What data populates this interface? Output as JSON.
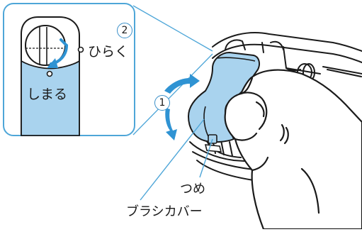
{
  "labels": {
    "open": "ひらく",
    "close": "しまる",
    "claw": "つめ",
    "brush_cover": "ブラシカバー",
    "step1": "1",
    "step2": "2"
  },
  "colors": {
    "inset_border": "#4ea6d8",
    "cover_fill": "#a9d3ee",
    "arrow": "#2f93d3",
    "line": "#1a1a1a"
  }
}
